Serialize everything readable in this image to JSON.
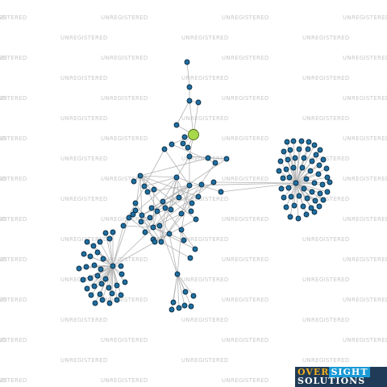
{
  "watermark_text": "UNREGISTERED",
  "logo": {
    "part1": "OVER",
    "part2": "SIGHT",
    "part3": "SOLUTIONS"
  },
  "colors": {
    "node_fill": "#1f6fa0",
    "node_stroke": "#0b2c44",
    "focus_fill": "#a8d84a",
    "focus_stroke": "#4a6a10",
    "edge": "#b4b4b4",
    "watermark": "#c8c8c8",
    "logo_bg": "#1f3b57",
    "logo_accent": "#1a9ad6",
    "logo_gold": "#f2b01e"
  },
  "graph": {
    "node_count": 148,
    "focus_nodes": 1,
    "shape": "network-diagram"
  }
}
